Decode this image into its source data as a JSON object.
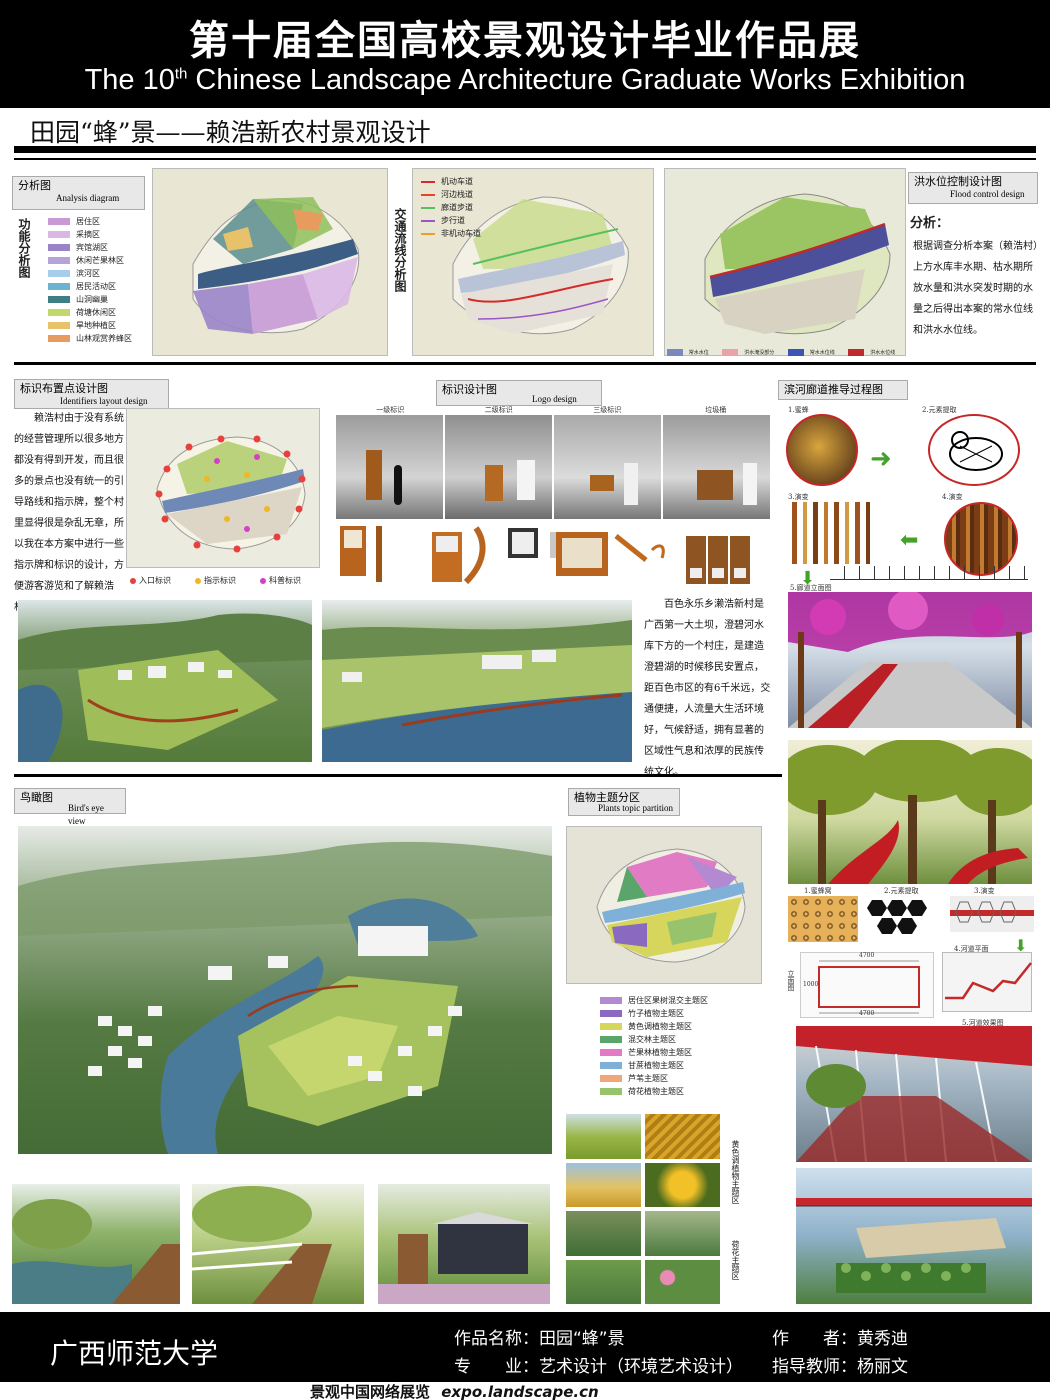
{
  "header": {
    "title_cn": "第十届全国高校景观设计毕业作品展",
    "title_en": "The 10th Chinese Landscape Architecture Graduate Works Exhibition",
    "sup": "th"
  },
  "project_title": "田园“蜂”景——赖浩新农村景观设计",
  "analysis": {
    "label_cn": "分析图",
    "label_en": "Analysis diagram",
    "function_title": "功能分析图",
    "function_legend": [
      {
        "label": "居住区",
        "color": "#c79ad6"
      },
      {
        "label": "采摘区",
        "color": "#d9b8e6"
      },
      {
        "label": "宾馆湖区",
        "color": "#9a84c8"
      },
      {
        "label": "休闲芒果林区",
        "color": "#b6a3d8"
      },
      {
        "label": "滨河区",
        "color": "#a6cdea"
      },
      {
        "label": "居民活动区",
        "color": "#6bb3d0"
      },
      {
        "label": "山洞幽巢",
        "color": "#3e7f86"
      },
      {
        "label": "荷塘休闲区",
        "color": "#c3d86b"
      },
      {
        "label": "旱地种植区",
        "color": "#e7c26a"
      },
      {
        "label": "山林观赏养蜂区",
        "color": "#e79b5d"
      }
    ],
    "traffic_title": "交通流线分析图",
    "traffic_legend": [
      {
        "label": "机动车道",
        "color": "#d62b2b"
      },
      {
        "label": "河边栈道",
        "color": "#e6442a"
      },
      {
        "label": "廊道步道",
        "color": "#56c15c"
      },
      {
        "label": "步行道",
        "color": "#9b55c6"
      },
      {
        "label": "非机动车道",
        "color": "#e8a12a"
      }
    ],
    "flood_label_cn": "洪水位控制设计图",
    "flood_label_en": "Flood control design",
    "flood_legend": [
      {
        "label": "常水水位",
        "color": "#7b88bf"
      },
      {
        "label": "洪水淹没部分",
        "color": "#e8a3a6"
      },
      {
        "label": "常水水位线",
        "color": "#3c55b5"
      },
      {
        "label": "洪水水位线",
        "color": "#c02a2a"
      }
    ],
    "analysis_head": "分析：",
    "analysis_text": "根据调查分析本案（赖浩村）上方水库丰水期、枯水期所放水量和洪水突发时期的水量之后得出本案的常水位线和洪水水位线。"
  },
  "signage": {
    "label_cn": "标识布置点设计图",
    "label_en": "Identifiers layout design",
    "text": "赖浩村由于没有系统的经营管理所以很多地方都没有得到开发，而且很多的景点也没有统一的引导路线和指示牌，整个村里显得很是杂乱无章，所以我在本方案中进行一些指示牌和标识的设计，方便游客游览和了解赖浩村。",
    "legend": [
      {
        "label": "入口标识",
        "color": "#e8403c"
      },
      {
        "label": "指示标识",
        "color": "#f0b623"
      },
      {
        "label": "科普标识",
        "color": "#d63fc8"
      }
    ]
  },
  "logo": {
    "label_cn": "标识设计图",
    "label_en": "Logo design",
    "levels": [
      "一级标识",
      "二级标识",
      "三级标识",
      "垃圾桶"
    ]
  },
  "corridor": {
    "label_cn": "滨河廊道推导过程图",
    "steps_top": [
      "1.蜜蜂",
      "2.元素提取",
      "3.演变",
      "4.演变",
      "5.廊道立面图"
    ],
    "steps_mid": [
      "1.蜜蜂窝",
      "2.元素提取",
      "3.演变",
      "4.河道平面"
    ],
    "elev_label": "立面图",
    "dim_a": "4700",
    "dim_b": "1000",
    "step_final": "5.河道效果图"
  },
  "village_text": "百色永乐乡濑浩新村是广西第一大土坝，澄碧河水库下方的一个村庄，是建造澄碧湖的时候移民安置点，距百色市区的有6千米远，交通便捷，人流量大生活环境好，气候舒适，拥有显著的区域性气息和浓厚的民族传统文化。",
  "birdseye": {
    "label_cn": "鸟瞰图",
    "label_en": "Bird's eye view"
  },
  "plants": {
    "label_cn": "植物主题分区",
    "label_en": "Plants topic partition",
    "legend": [
      {
        "label": "居住区果树混交主题区",
        "color": "#b38ad1"
      },
      {
        "label": "竹子植物主题区",
        "color": "#8a6ac0"
      },
      {
        "label": "黄色调植物主题区",
        "color": "#d6d65c"
      },
      {
        "label": "混交林主题区",
        "color": "#5aa56a"
      },
      {
        "label": "芒果林植物主题区",
        "color": "#e07bc4"
      },
      {
        "label": "甘蔗植物主题区",
        "color": "#7fb0d8"
      },
      {
        "label": "芦苇主题区",
        "color": "#f0a67a"
      },
      {
        "label": "荷花植物主题区",
        "color": "#97c36d"
      }
    ],
    "vtext1": "黄色调植物主题区",
    "vtext2": "荷花主题区"
  },
  "footer": {
    "school": "广西师范大学",
    "work_label": "作品名称：田园“蜂”景",
    "author_label": "作　　者：黄秀迪",
    "major_label": "专　　业：艺术设计（环境艺术设计）",
    "advisor_label": "指导教师：杨丽文",
    "site": "景观中国网络展览",
    "site_url": "expo.landscape.cn"
  }
}
